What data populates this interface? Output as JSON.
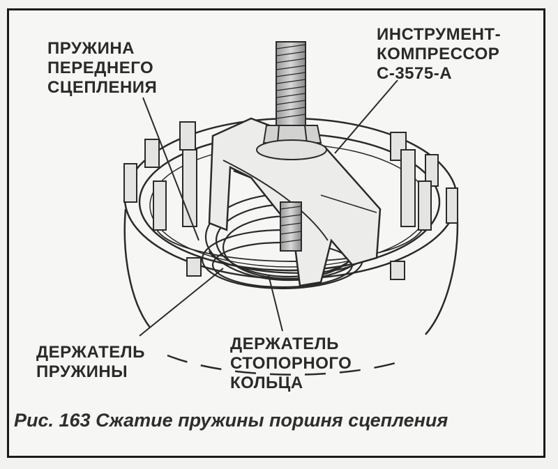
{
  "labels": {
    "front_clutch_spring": [
      "ПРУЖИНА",
      "ПЕРЕДНЕГО",
      "СЦЕПЛЕНИЯ"
    ],
    "compressor_tool": [
      "ИНСТРУМЕНТ-",
      "КОМПРЕССОР",
      "С-3575-А"
    ],
    "spring_retainer": [
      "ДЕРЖАТЕЛЬ",
      "ПРУЖИНЫ"
    ],
    "snap_ring_retainer": [
      "ДЕРЖАТЕЛЬ",
      "СТОПОРНОГО",
      "КОЛЬЦА"
    ]
  },
  "caption": "Рис. 163 Сжатие пружины поршня сцепления"
}
